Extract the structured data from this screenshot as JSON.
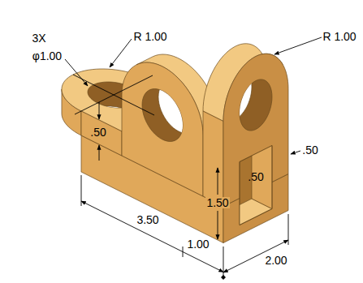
{
  "diagram": {
    "labels": [
      "3X",
      "φ1.00",
      "R 1.00",
      "R 1.00",
      ".50",
      ".50",
      ".50",
      "1.50",
      "3.50",
      "1.00",
      "2.00"
    ]
  }
}
